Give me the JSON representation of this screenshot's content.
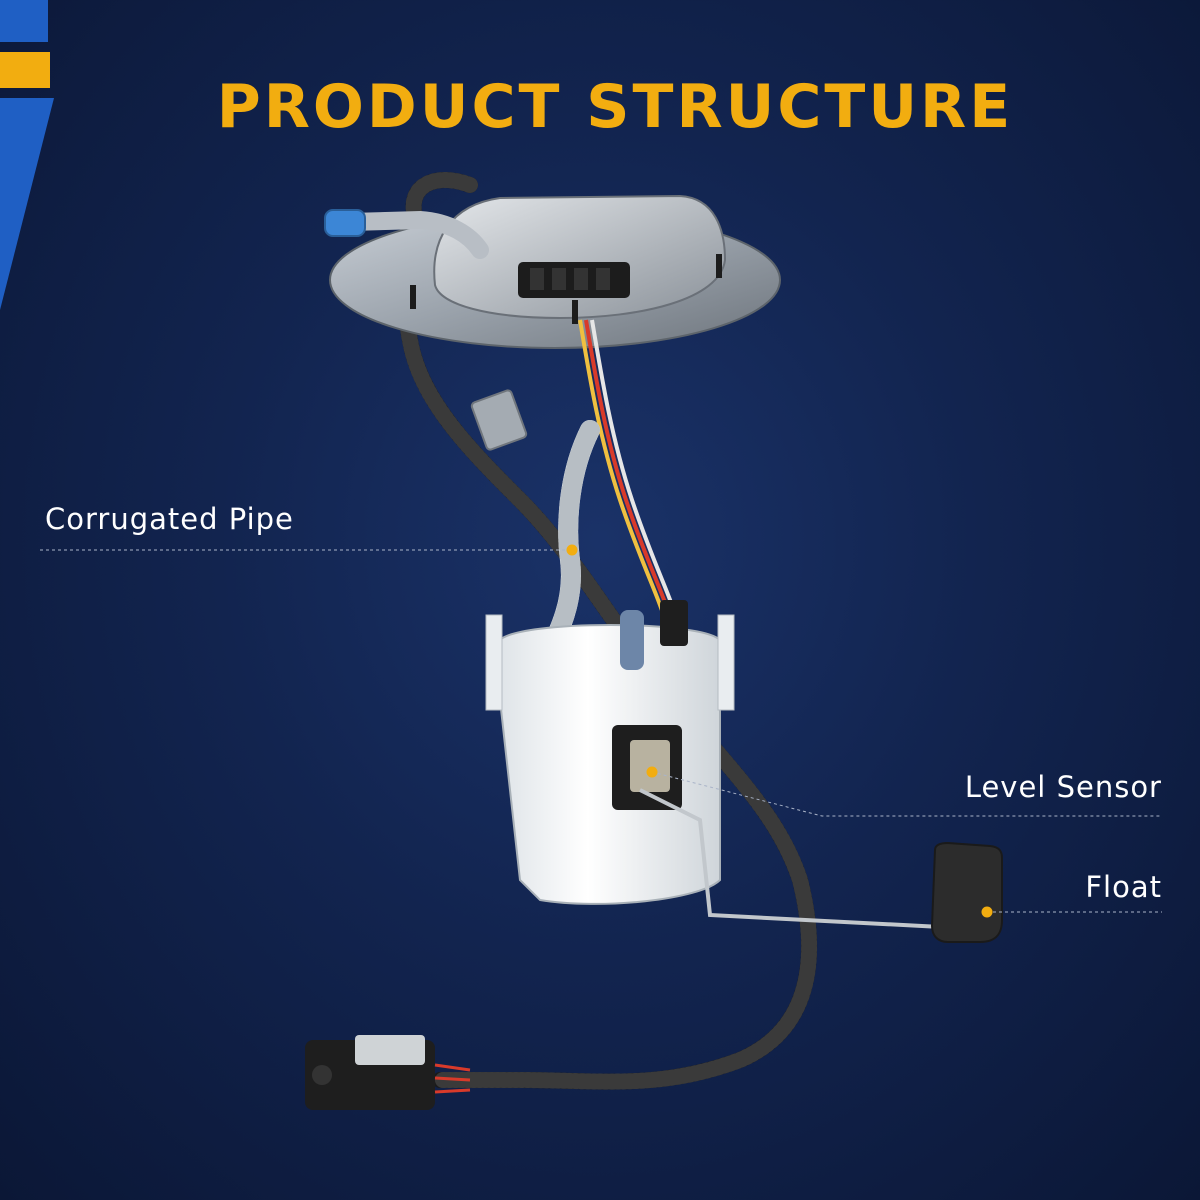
{
  "title": "PRODUCT STRUCTURE",
  "callouts": {
    "corrugated_pipe": "Corrugated Pipe",
    "level_sensor": "Level Sensor",
    "float": "Float"
  },
  "colors": {
    "background": "#12244f",
    "accent_yellow": "#f2ad10",
    "accent_blue": "#1f5fc4",
    "label_text": "#ffffff"
  }
}
